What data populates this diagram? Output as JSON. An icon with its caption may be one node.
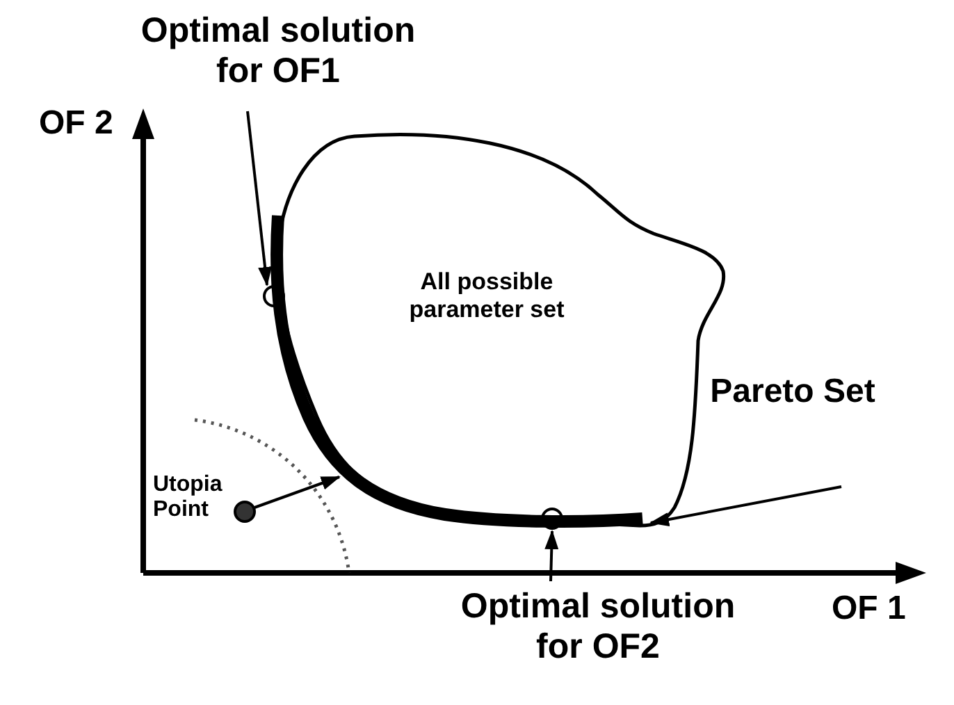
{
  "diagram": {
    "nodes": [
      {
        "text": [
          "All possible parameter set"
        ]
      },
      {
        "text": [
          "Optimal solution for OF1"
        ]
      },
      {
        "text": [],
        "shape": "circle"
      },
      {
        "text": [
          "Optimal solution for OF2"
        ]
      },
      {
        "text": [],
        "shape": "circle"
      },
      {
        "text": [
          "Pareto Set"
        ]
      },
      {
        "text": [],
        "shape": "circle",
        "beside": [
          "Utopia Point"
        ]
      }
    ],
    "edges": [
      {
        "from": 1,
        "to": 2,
        "arrow": "to"
      },
      {
        "from": 3,
        "to": 4,
        "arrow": "to"
      },
      {
        "from": 5,
        "to": 0,
        "arrow": "to"
      },
      {
        "from": 6,
        "to": 0,
        "arrow": "to"
      }
    ],
    "labels": [
      "OF 2",
      "OF 1"
    ]
  }
}
